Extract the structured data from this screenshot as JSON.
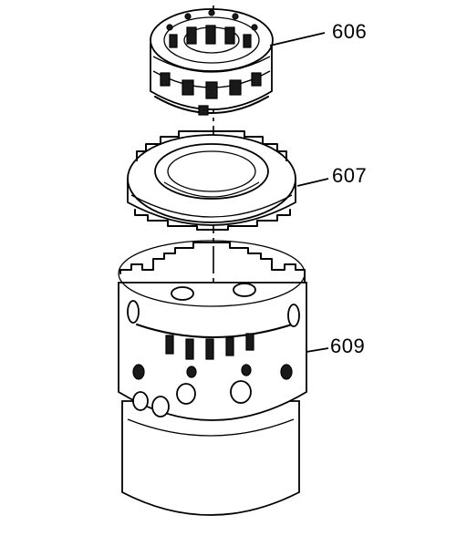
{
  "callouts": {
    "c606": "606",
    "c607": "607",
    "c609": "609"
  },
  "components": [
    {
      "id": "606",
      "icon": "planetary-carrier-icon"
    },
    {
      "id": "607",
      "icon": "ring-gear-icon"
    },
    {
      "id": "609",
      "icon": "clutch-housing-drum-icon"
    }
  ]
}
